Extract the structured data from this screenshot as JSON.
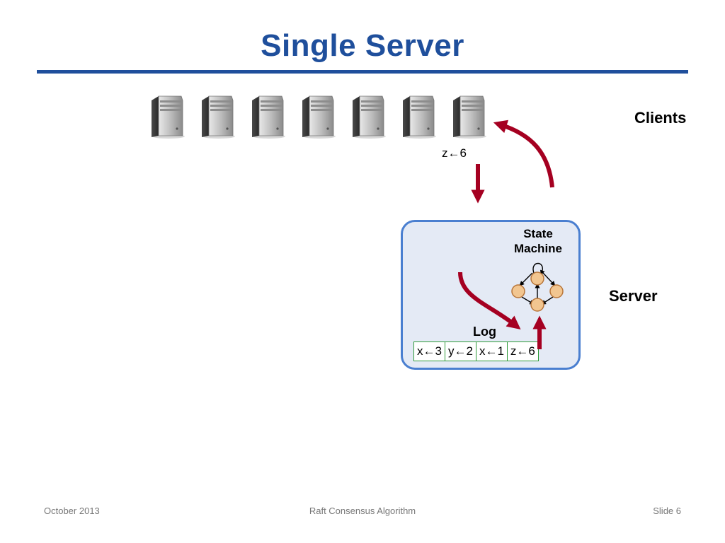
{
  "slide": {
    "title": "Single Server"
  },
  "labels": {
    "clients": "Clients",
    "server": "Server",
    "state_machine_line1": "State",
    "state_machine_line2": "Machine",
    "log": "Log",
    "command": "z←6"
  },
  "log": {
    "entries": [
      "x←3",
      "y←2",
      "x←1",
      "z←6"
    ]
  },
  "clients": {
    "count": 7
  },
  "footer": {
    "date": "October 2013",
    "topic": "Raft Consensus Algorithm",
    "slide": "Slide 6"
  },
  "colors": {
    "title": "#1f4f9c",
    "arrow": "#a50021",
    "server_fill": "#e4eaf5",
    "server_border": "#4a7fd0",
    "log_border": "#2e9a3a",
    "state_node": "#f2c690",
    "state_node_border": "#b8763a"
  }
}
